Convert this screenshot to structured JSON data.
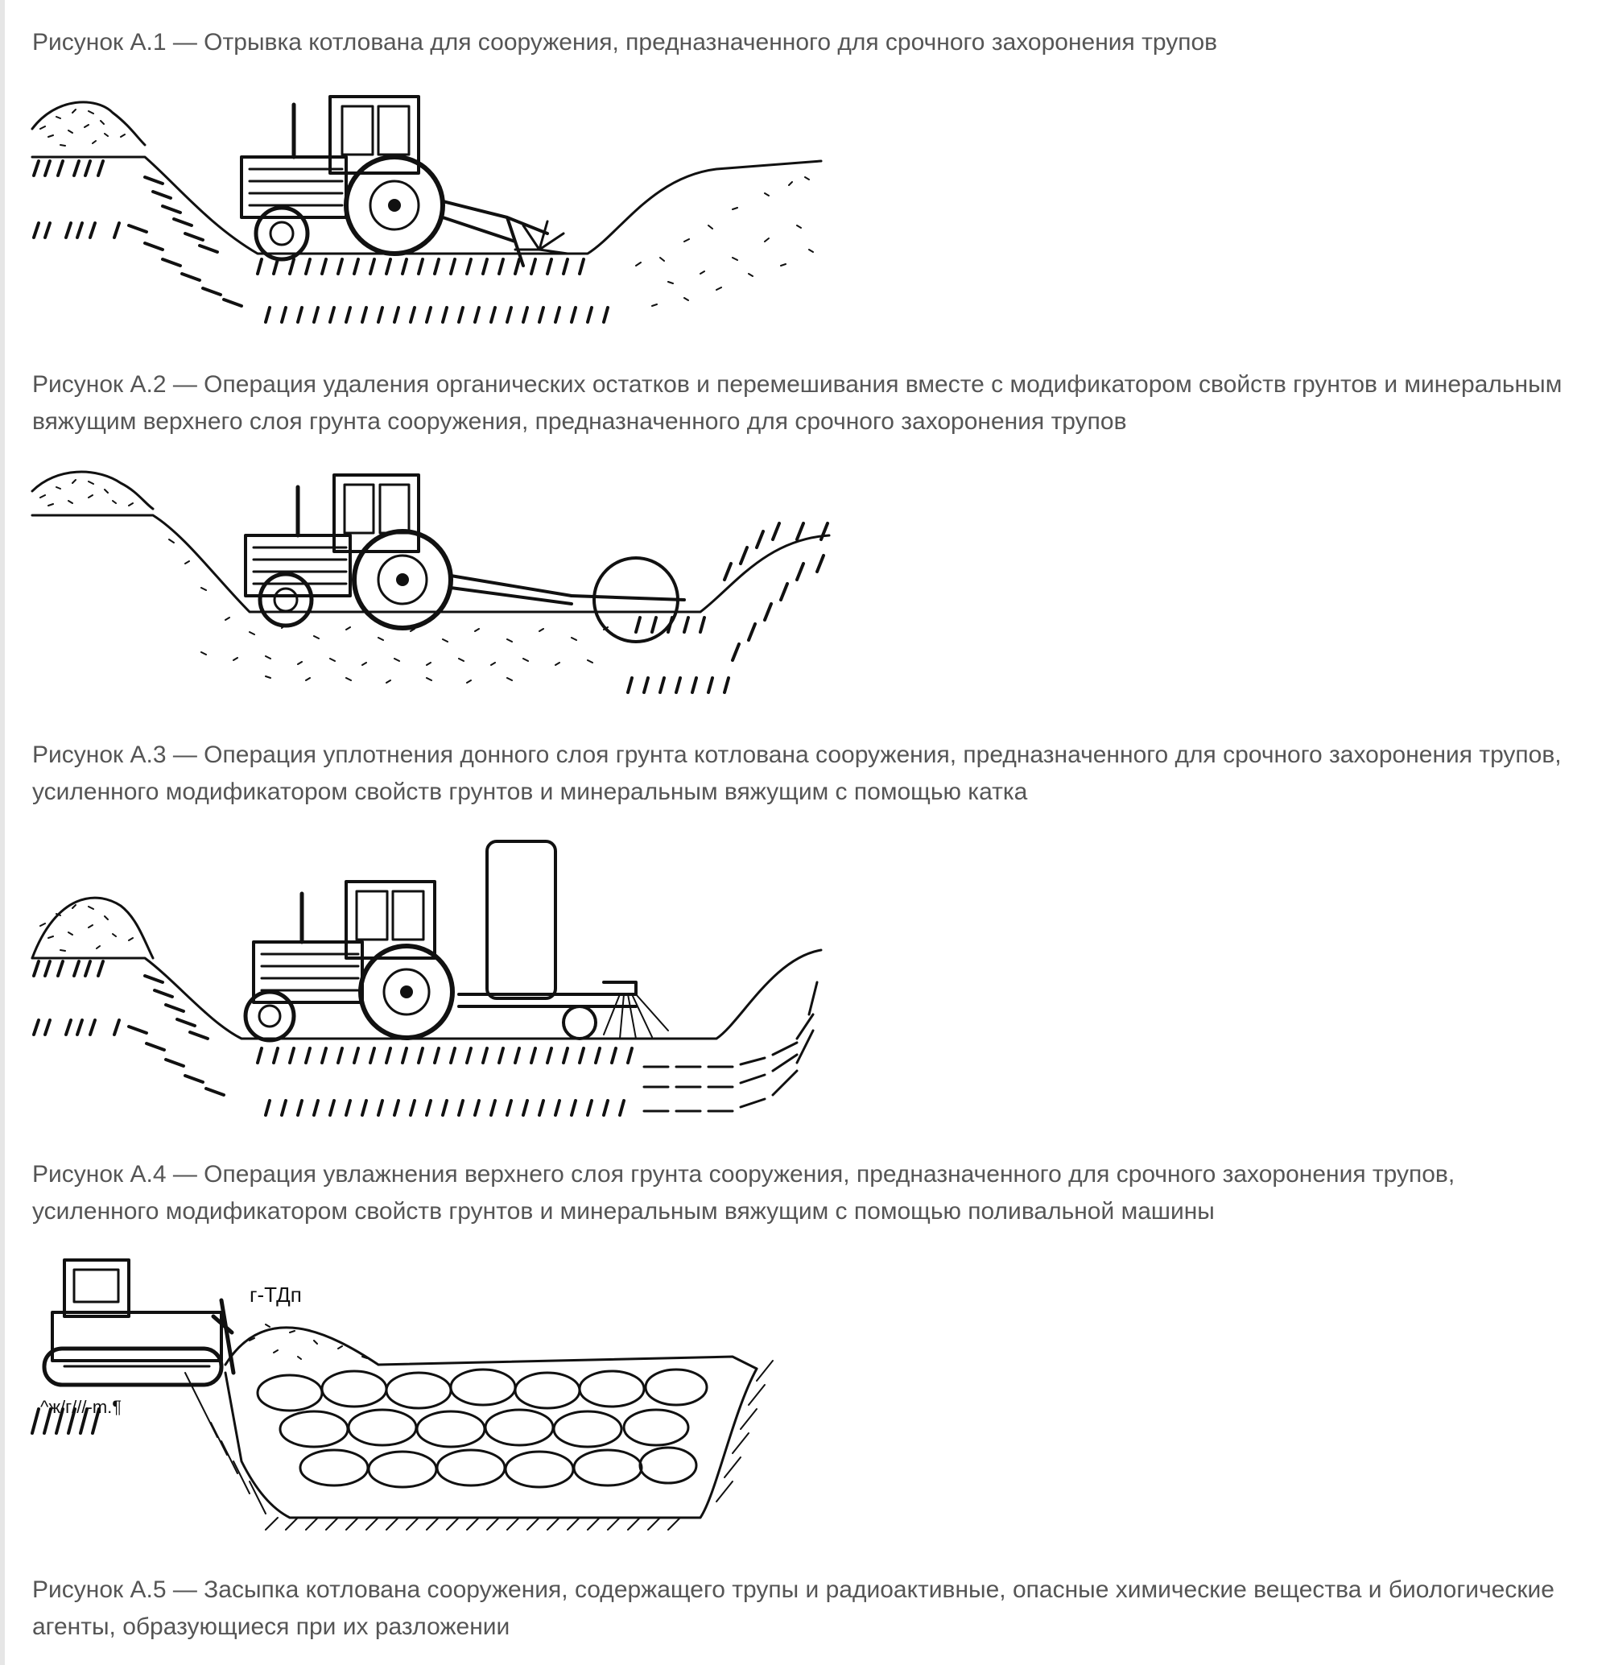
{
  "captions": {
    "a1": "Рисунок А.1 — Отрывка котлована для сооружения, предназначенного для срочного захоронения трупов",
    "a2": "Рисунок А.2 — Операция удаления органических остатков и перемешивания вместе с модификатором свойств грунтов и минеральным вяжущим верхнего слоя грунта сооружения, предназначенного для срочного захоронения трупов",
    "a3": "Рисунок А.3 — Операция уплотнения донного слоя грунта котлована сооружения, предназначенного для срочного захоронения трупов, усиленного модификатором свойств грунтов и минеральным вяжущим с помощью катка",
    "a4": "Рисунок А.4 — Операция увлажнения верхнего слоя грунта сооружения, предназначенного для срочного захоронения трупов, усиленного модификатором свойств грунтов и минеральным вяжущим с помощью поливальной машины",
    "a5": "Рисунок А.5 — Засыпка котлована сооружения, содержащего трупы и радиоактивные, опасные химические вещества и биологические агенты, образующиеся при их разложении"
  },
  "figure_labels": {
    "fig5_label_1": "г-ТДп",
    "fig5_label_2": "^ж/г///-m.¶"
  },
  "colors": {
    "caption_text": "#555555",
    "ink": "#111111",
    "page_bg": "#ffffff"
  }
}
